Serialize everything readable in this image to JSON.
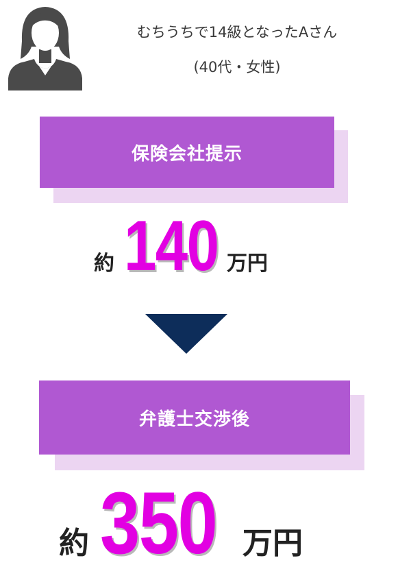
{
  "profile": {
    "avatar_icon": "person-silhouette-icon",
    "line1": "むちうちで14級となったAさん",
    "line2": "(40代・女性)"
  },
  "stage1": {
    "label": "保険会社提示",
    "prefix": "約",
    "amount": "140",
    "unit": "万円"
  },
  "arrow_icon": "down-triangle-icon",
  "stage2": {
    "label": "弁護士交渉後",
    "prefix": "約",
    "amount": "350",
    "unit": "万円"
  },
  "colors": {
    "label_box": "#b058d2",
    "label_shadow": "#ecd5f2",
    "amount": "#e200e2",
    "arrow": "#0d2d5a",
    "avatar": "#4a4a4a"
  }
}
